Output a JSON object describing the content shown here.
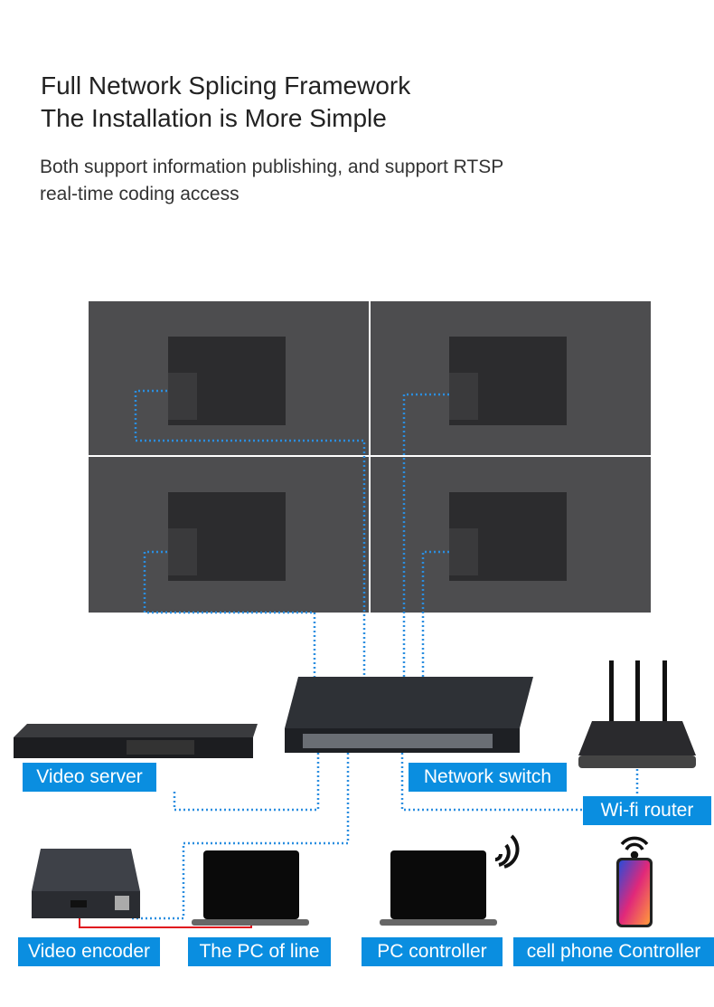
{
  "header": {
    "title_line1": "Full Network Splicing Framework",
    "title_line2": "The Installation is More Simple",
    "subtitle_line1": "Both support information publishing, and support RTSP",
    "subtitle_line2": "real-time coding access"
  },
  "labels": {
    "video_server": "Video server",
    "network_switch": "Network switch",
    "wifi_router": "Wi-fi router",
    "video_encoder": "Video encoder",
    "pc_of_line": "The PC of line",
    "pc_controller": "PC controller",
    "cell_phone_controller": "cell phone Controller"
  },
  "colors": {
    "label_bg": "#0a8ee0",
    "network_link": "#2a8ee0",
    "hdmi_link": "#e0141e"
  }
}
